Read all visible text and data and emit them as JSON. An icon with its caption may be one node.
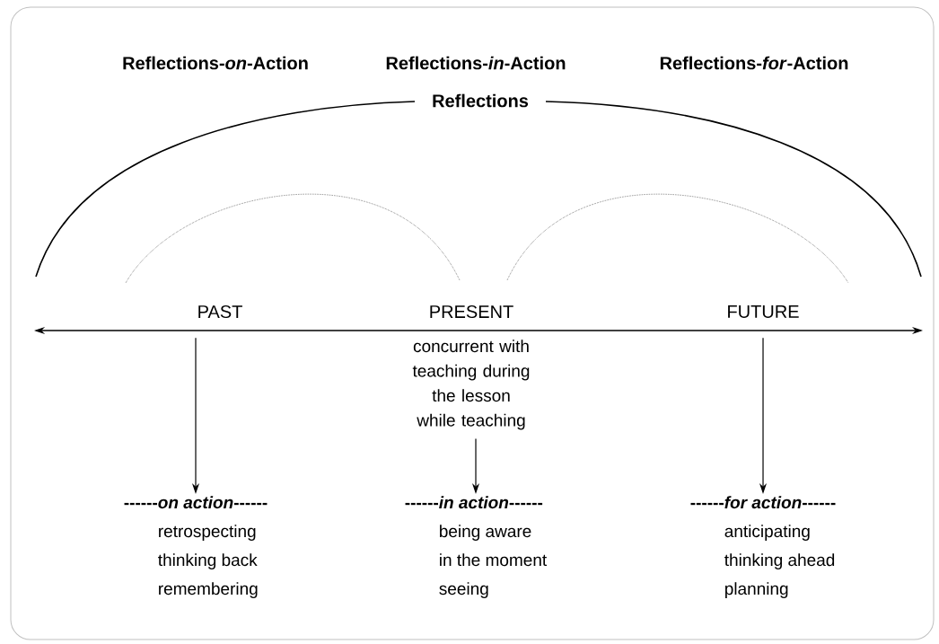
{
  "diagram": {
    "nodes": [
      {
        "text": [
          "PAST"
        ]
      },
      {
        "text": [
          "PRESENT"
        ]
      },
      {
        "text": [
          "FUTURE"
        ]
      },
      {
        "text": [
          "concurrent with teaching during the lesson while teaching"
        ]
      },
      {
        "text": [
          "------*on action*------",
          "retrospecting",
          "thinking back",
          "remembering"
        ]
      },
      {
        "text": [
          "------*in action*------",
          "being aware",
          "in the moment",
          "seeing"
        ]
      },
      {
        "text": [
          "------*for action*------",
          "anticipating",
          "thinking ahead",
          "planning"
        ]
      }
    ],
    "edges": [
      {
        "from": 0,
        "to": 4,
        "arrow": "to"
      },
      {
        "from": 3,
        "to": 5,
        "arrow": "to"
      },
      {
        "from": 2,
        "to": 6,
        "arrow": "to"
      }
    ],
    "labels": [
      "Reflections-*on*-Action",
      "Reflections-*in*-Action",
      "Reflections-*for*-Action",
      "Reflections"
    ]
  }
}
